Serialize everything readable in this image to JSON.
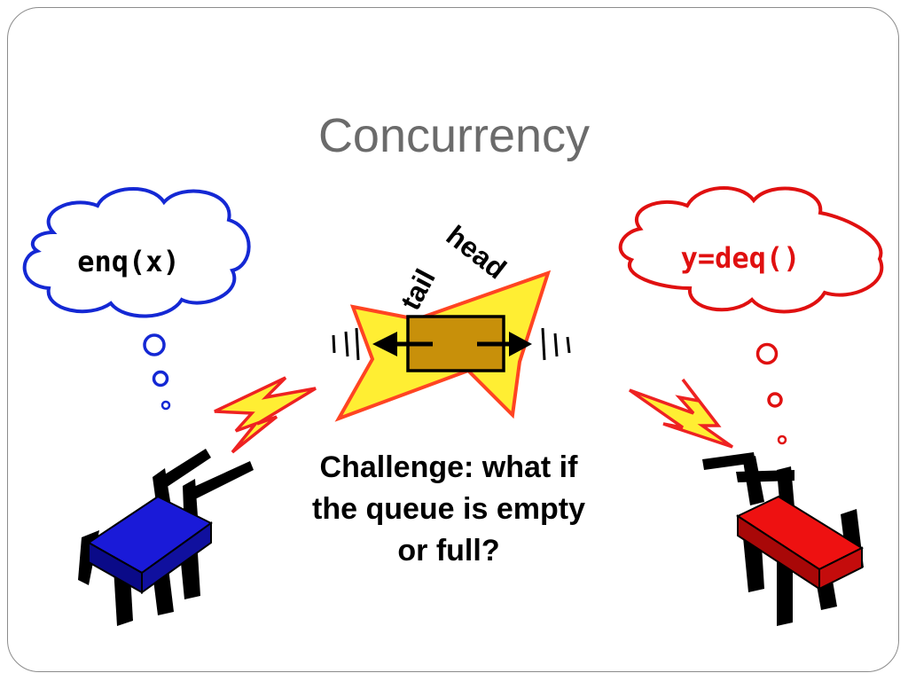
{
  "slide": {
    "title": "Concurrency",
    "caption_lines": [
      "Challenge: what if",
      "the queue is empty",
      "or full?"
    ]
  },
  "diagram": {
    "left_thought": {
      "text": "enq(x)",
      "color": "#1428d4"
    },
    "right_thought": {
      "text": "y=deq()",
      "color": "#e01010"
    },
    "queue_labels": {
      "head": "head",
      "tail": "tail"
    },
    "colors": {
      "left_robot": "#1a1ad8",
      "right_robot": "#ee1111",
      "queue_box": "#c8900a",
      "starburst_fill": "#ffee33",
      "starburst_stroke": "#ff4422",
      "lightning_fill": "#ffee33",
      "lightning_stroke": "#ee2222"
    }
  }
}
